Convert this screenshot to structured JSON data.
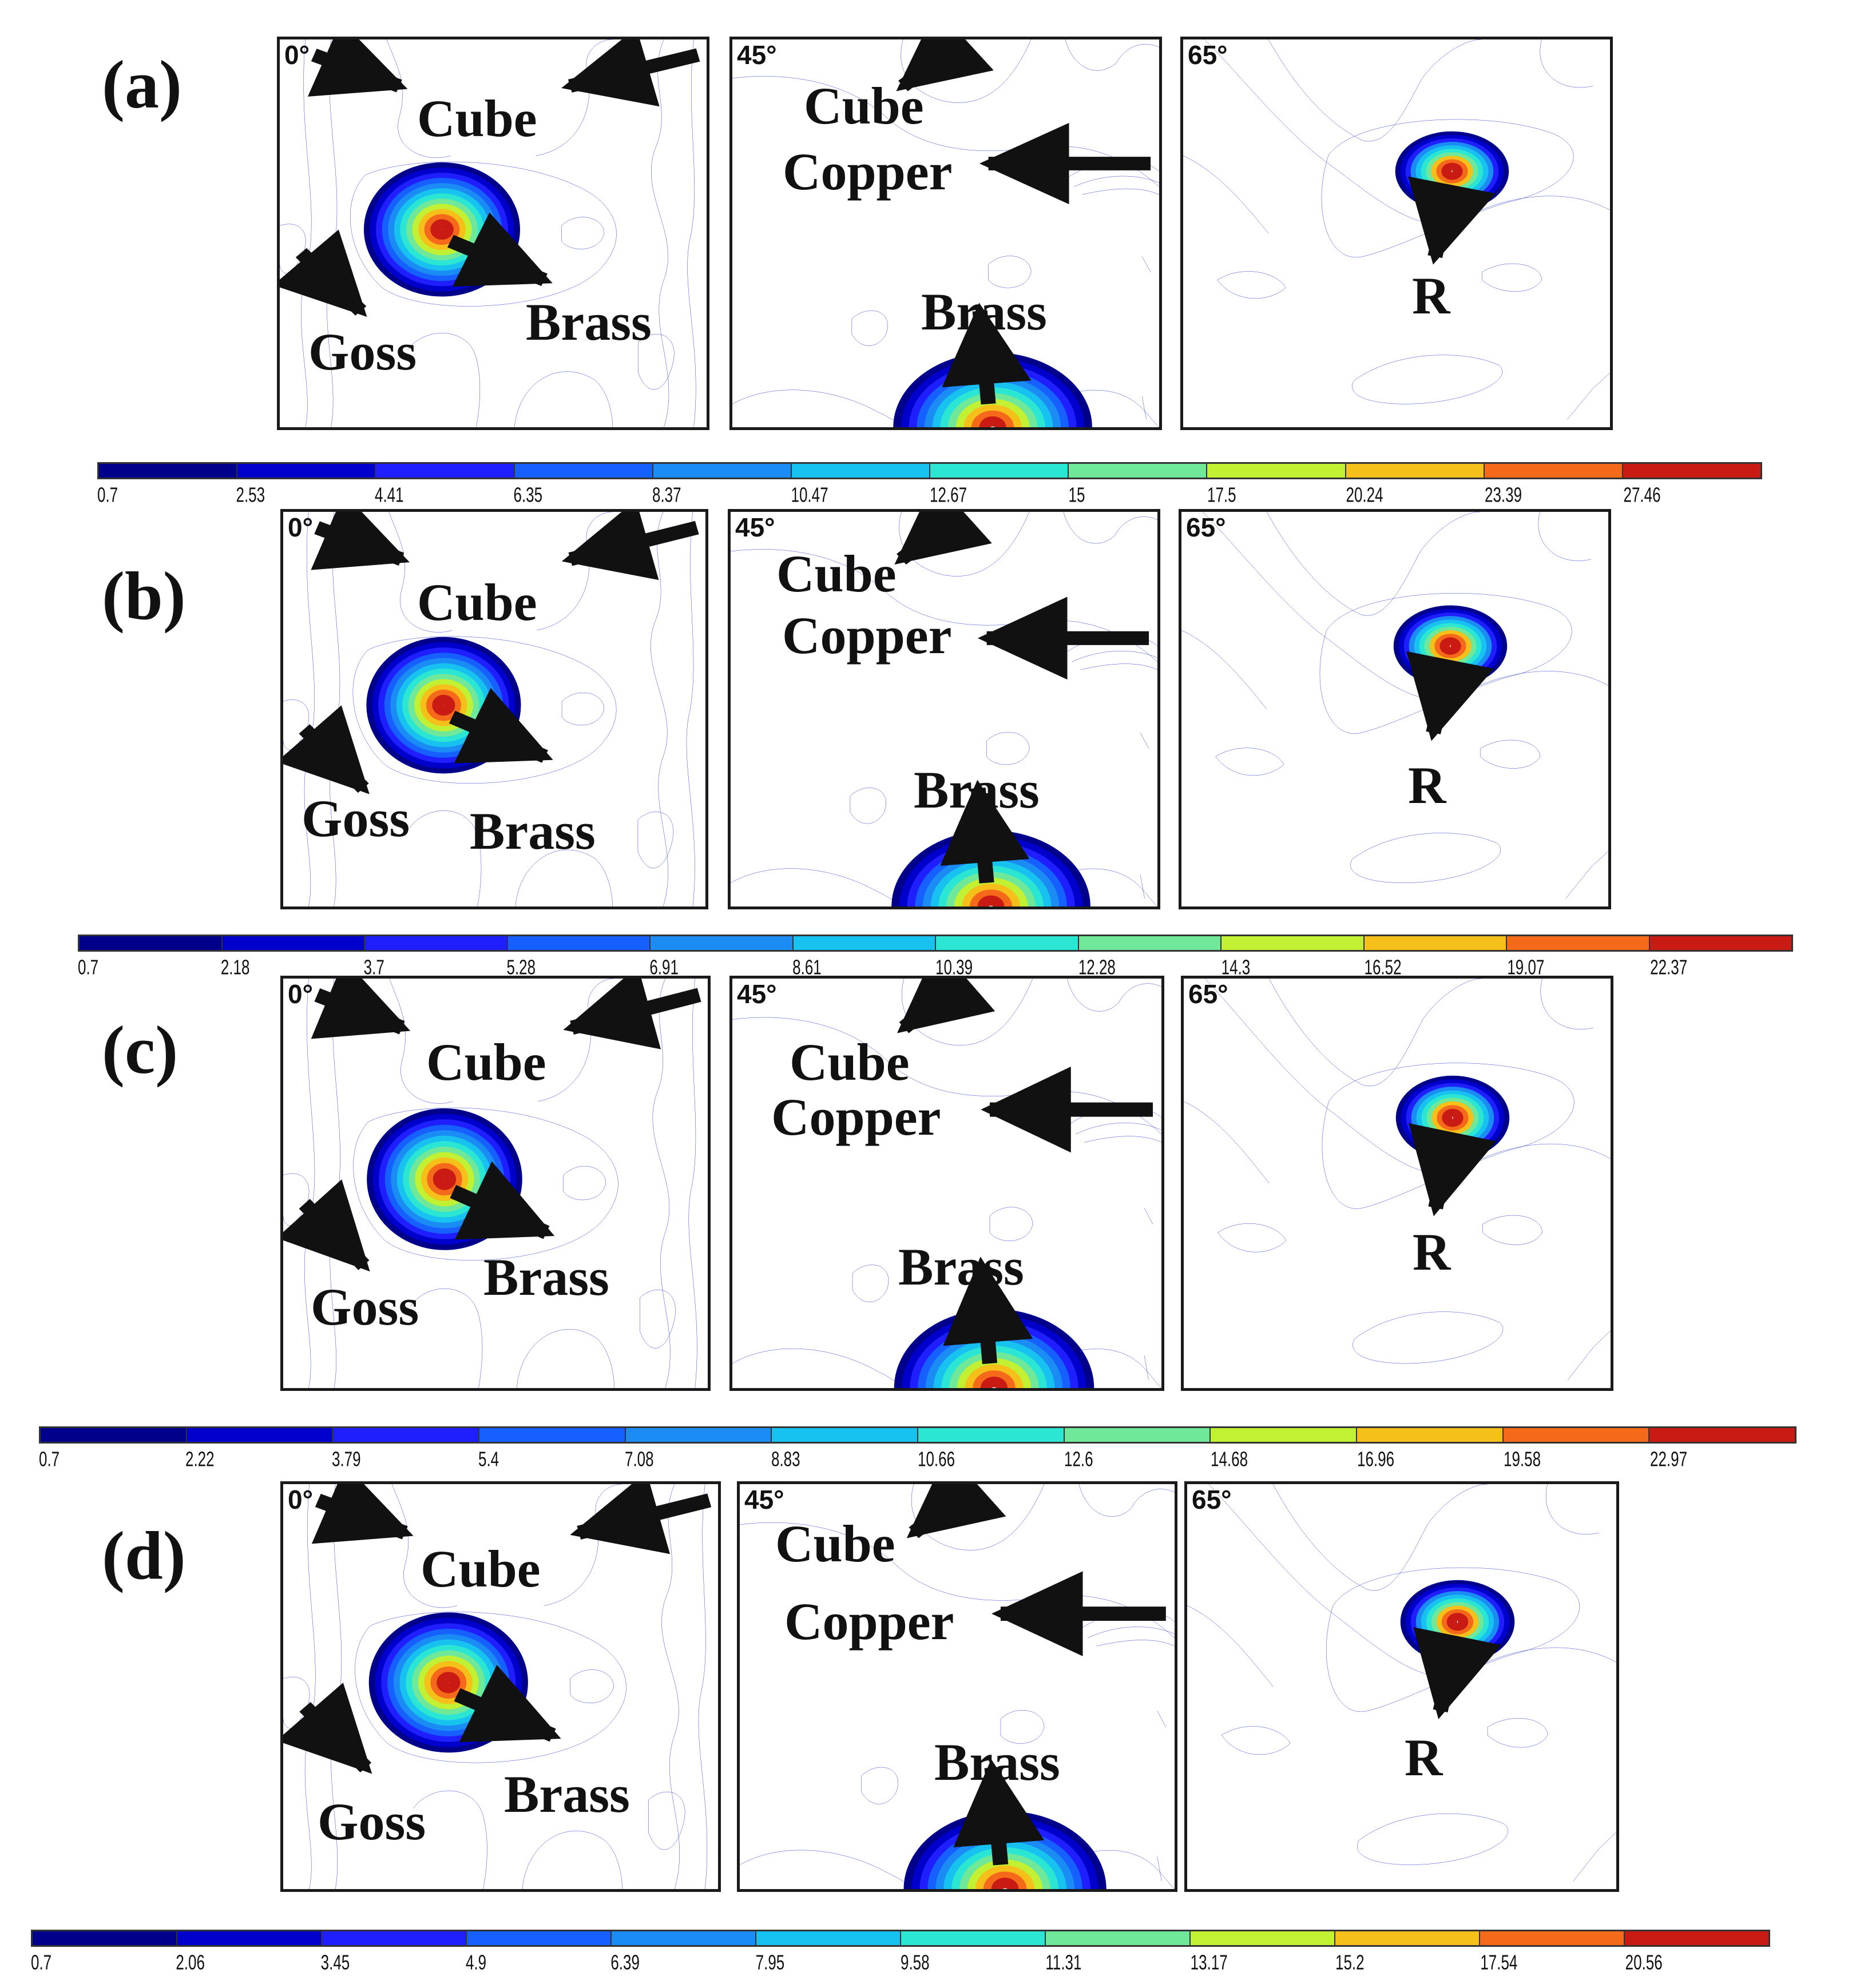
{
  "colors": {
    "scale": [
      "#00008b",
      "#0000cd",
      "#1e1eff",
      "#1560ff",
      "#1c8cf5",
      "#17c2f0",
      "#2ce6d4",
      "#6fe89a",
      "#c2f032",
      "#f5c019",
      "#f56a1a",
      "#c91a14"
    ],
    "arrow": "#111111"
  },
  "rows": [
    {
      "label": "(a)",
      "panels": [
        {
          "angle": "0°",
          "labels": {
            "cube": "Cube",
            "brass": "Brass",
            "goss": "Goss"
          }
        },
        {
          "angle": "45°",
          "labels": {
            "cube": "Cube",
            "copper": "Copper",
            "brass": "Brass"
          }
        },
        {
          "angle": "65°",
          "labels": {
            "r": "R"
          }
        }
      ],
      "colorbar": [
        "0.7",
        "2.53",
        "4.41",
        "6.35",
        "8.37",
        "10.47",
        "12.67",
        "15",
        "17.5",
        "20.24",
        "23.39",
        "27.46"
      ]
    },
    {
      "label": "(b)",
      "panels": [
        {
          "angle": "0°",
          "labels": {
            "cube": "Cube",
            "brass": "Brass",
            "goss": "Goss"
          }
        },
        {
          "angle": "45°",
          "labels": {
            "cube": "Cube",
            "copper": "Copper",
            "brass": "Brass"
          }
        },
        {
          "angle": "65°",
          "labels": {
            "r": "R"
          }
        }
      ],
      "colorbar": [
        "0.7",
        "2.18",
        "3.7",
        "5.28",
        "6.91",
        "8.61",
        "10.39",
        "12.28",
        "14.3",
        "16.52",
        "19.07",
        "22.37"
      ]
    },
    {
      "label": "(c)",
      "panels": [
        {
          "angle": "0°",
          "labels": {
            "cube": "Cube",
            "brass": "Brass",
            "goss": "Goss"
          }
        },
        {
          "angle": "45°",
          "labels": {
            "cube": "Cube",
            "copper": "Copper",
            "brass": "Brass"
          }
        },
        {
          "angle": "65°",
          "labels": {
            "r": "R"
          }
        }
      ],
      "colorbar": [
        "0.7",
        "2.22",
        "3.79",
        "5.4",
        "7.08",
        "8.83",
        "10.66",
        "12.6",
        "14.68",
        "16.96",
        "19.58",
        "22.97"
      ]
    },
    {
      "label": "(d)",
      "panels": [
        {
          "angle": "0°",
          "labels": {
            "cube": "Cube",
            "brass": "Brass",
            "goss": "Goss"
          }
        },
        {
          "angle": "45°",
          "labels": {
            "cube": "Cube",
            "copper": "Copper",
            "brass": "Brass"
          }
        },
        {
          "angle": "65°",
          "labels": {
            "r": "R"
          }
        }
      ],
      "colorbar": [
        "0.7",
        "2.06",
        "3.45",
        "4.9",
        "6.39",
        "7.95",
        "9.58",
        "11.31",
        "13.17",
        "15.2",
        "17.54",
        "20.56"
      ]
    }
  ]
}
